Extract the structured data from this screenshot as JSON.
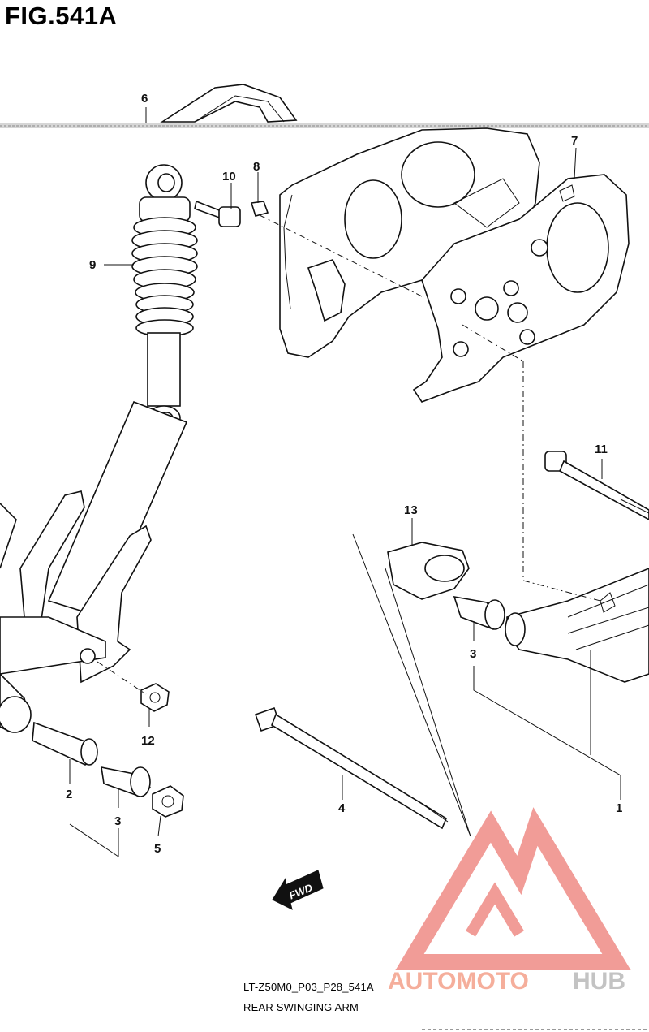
{
  "figure": {
    "title": "FIG.541A",
    "code": "LT-Z50M0_P03_P28_541A",
    "name": "REAR SWINGING ARM"
  },
  "fwd_label": "FWD",
  "brand": {
    "prefix": "AUTOMOTO",
    "suffix": "HUB",
    "prefix_color": "#f4a08a",
    "suffix_color": "#b9b9b9",
    "logo_color": "#ef8b86"
  },
  "callouts": {
    "c1": "1",
    "c2": "2",
    "c3a": "3",
    "c3b": "3",
    "c4": "4",
    "c5": "5",
    "c6": "6",
    "c7": "7",
    "c8": "8",
    "c9": "9",
    "c10": "10",
    "c11": "11",
    "c12": "12",
    "c13": "13"
  }
}
